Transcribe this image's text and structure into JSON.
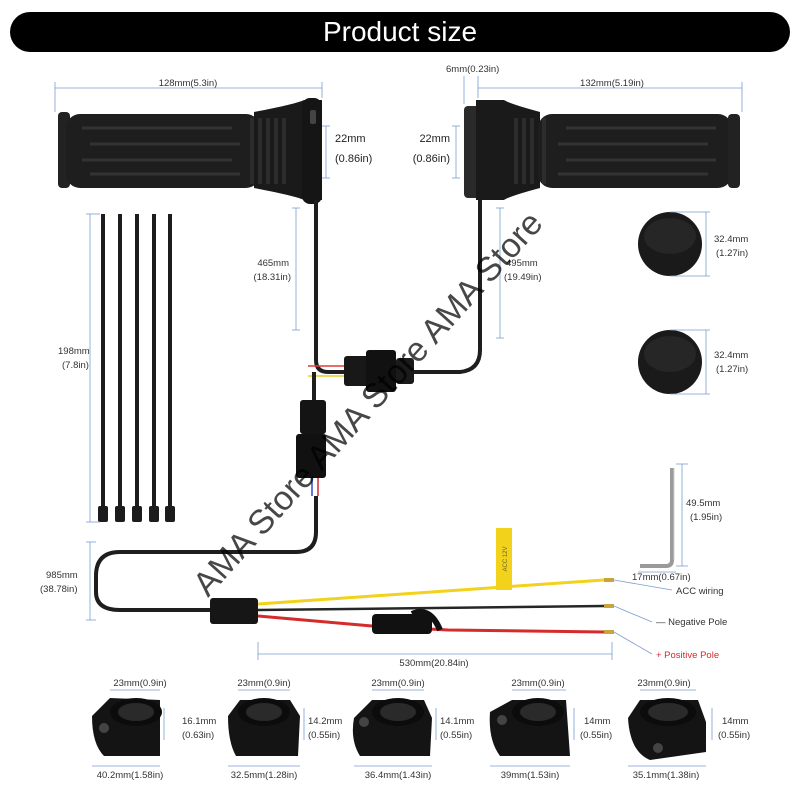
{
  "title": "Product size",
  "watermark": "AMA Store AMA Store AMA Store",
  "grips": {
    "left_length": "128mm(5.3in)",
    "right_length": "132mm(5.19in)",
    "right_cap": "6mm(0.23in)",
    "left_dia_mm": "22mm",
    "left_dia_in": "(0.86in)",
    "right_dia_mm": "22mm",
    "right_dia_in": "(0.86in)",
    "left_cable_mm": "465mm",
    "left_cable_in": "(18.31in)",
    "right_cable_mm": "495mm",
    "right_cable_in": "(19.49in)"
  },
  "caps": [
    {
      "mm": "32.4mm",
      "in": "(1.27in)"
    },
    {
      "mm": "32.4mm",
      "in": "(1.27in)"
    }
  ],
  "ties": {
    "mm": "198mm",
    "in": "(7.8in)"
  },
  "wrench": {
    "height_mm": "49.5mm",
    "height_in": "(1.95in)",
    "width": "17mm(0.67in)"
  },
  "harness": {
    "length_mm": "985mm",
    "length_in": "(38.78in)",
    "lead_length": "530mm(20.84in)",
    "acc": "ACC wiring",
    "negative": "— Negative Pole",
    "positive": "+  Positive Pole",
    "tag": "ACC 12V"
  },
  "clamps": [
    {
      "top": "23mm(0.9in)",
      "side_mm": "16.1mm",
      "side_in": "(0.63in)",
      "bottom": "40.2mm(1.58in)"
    },
    {
      "top": "23mm(0.9in)",
      "side_mm": "14.2mm",
      "side_in": "(0.55in)",
      "bottom": "32.5mm(1.28in)"
    },
    {
      "top": "23mm(0.9in)",
      "side_mm": "14.1mm",
      "side_in": "(0.55in)",
      "bottom": "36.4mm(1.43in)"
    },
    {
      "top": "23mm(0.9in)",
      "side_mm": "14mm",
      "side_in": "(0.55in)",
      "bottom": "39mm(1.53in)"
    },
    {
      "top": "23mm(0.9in)",
      "side_mm": "14mm",
      "side_in": "(0.55in)",
      "bottom": "35.1mm(1.38in)"
    }
  ],
  "colors": {
    "banner": "#000000",
    "product": "#1b1b1b",
    "dimension_line": "#7a9ccf",
    "wire_yellow": "#f2d21a",
    "wire_red": "#d42b2b",
    "positive_text": "#d42b2b"
  }
}
